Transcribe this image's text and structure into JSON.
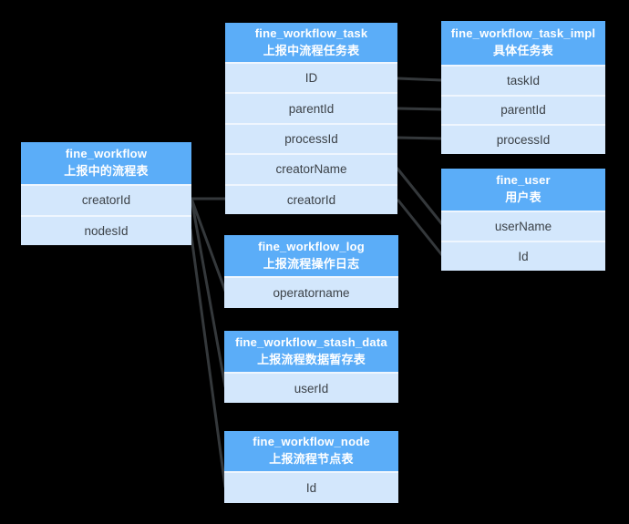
{
  "diagram": {
    "background": "#000000",
    "colors": {
      "table_header": "#5badf8",
      "table_row": "#d3e7fc",
      "row_divider": "#eff6fe",
      "relation_line": "#34383b",
      "header_text": "#ffffff",
      "row_text": "#3c4248"
    },
    "tables": [
      {
        "name": "fine_workflow_task",
        "subtitle": "上报中流程任务表",
        "fields": [
          "ID",
          "parentId",
          "processId",
          "creatorName",
          "creatorId"
        ]
      },
      {
        "name": "fine_workflow_task_impl",
        "subtitle": "具体任务表",
        "fields": [
          "taskId",
          "parentId",
          "processId"
        ]
      },
      {
        "name": "fine_user",
        "subtitle": "用户表",
        "fields": [
          "userName",
          "Id"
        ]
      },
      {
        "name": "fine_workflow",
        "subtitle": "上报中的流程表",
        "fields": [
          "creatorId",
          "nodesId"
        ]
      },
      {
        "name": "fine_workflow_log",
        "subtitle": "上报流程操作日志",
        "fields": [
          "operatorname"
        ]
      },
      {
        "name": "fine_workflow_stash_data",
        "subtitle": "上报流程数据暂存表",
        "fields": [
          "userId"
        ]
      },
      {
        "name": "fine_workflow_node",
        "subtitle": "上报流程节点表",
        "fields": [
          "Id"
        ]
      }
    ],
    "connections": [
      {
        "from": "fine_workflow.creatorId",
        "to": "fine_workflow_task.creatorId"
      },
      {
        "from": "fine_workflow.creatorId",
        "to": "fine_workflow_log.operatorname"
      },
      {
        "from": "fine_workflow.creatorId",
        "to": "fine_workflow_stash_data.userId"
      },
      {
        "from": "fine_workflow.nodesId",
        "to": "fine_workflow_node.Id"
      },
      {
        "from": "fine_workflow_task.ID",
        "to": "fine_workflow_task_impl.taskId"
      },
      {
        "from": "fine_workflow_task.parentId",
        "to": "fine_workflow_task_impl.parentId"
      },
      {
        "from": "fine_workflow_task.processId",
        "to": "fine_workflow_task_impl.processId"
      },
      {
        "from": "fine_workflow_task.creatorName",
        "to": "fine_user.userName"
      },
      {
        "from": "fine_workflow_task.creatorId",
        "to": "fine_user.Id"
      }
    ]
  }
}
